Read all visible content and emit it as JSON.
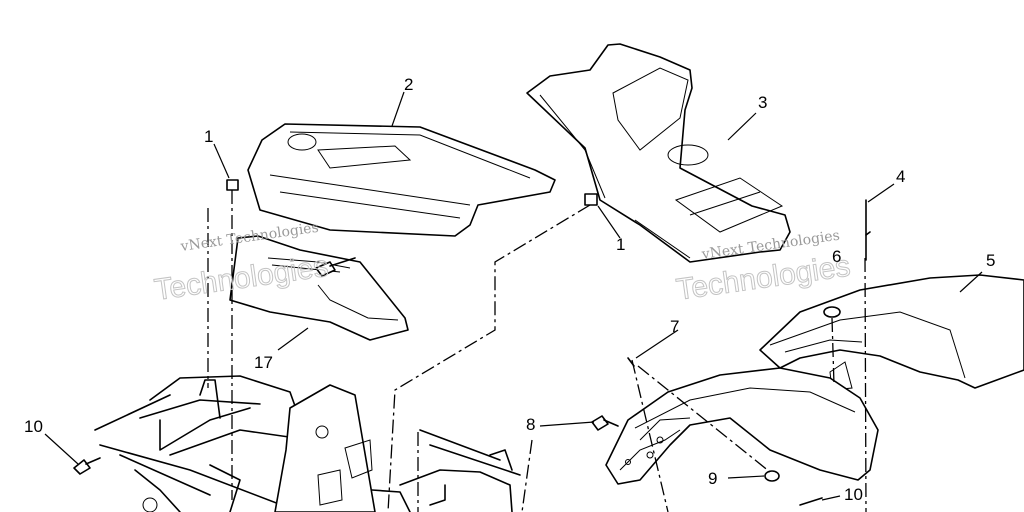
{
  "watermarks": [
    {
      "small": "vNext Technologies",
      "large": "Technologies"
    },
    {
      "small": "vNext Technologies",
      "large": "Technologies"
    }
  ],
  "callouts": [
    "1",
    "2",
    "3",
    "4",
    "5",
    "6",
    "7",
    "8",
    "9",
    "10",
    "10",
    "17",
    "1"
  ]
}
